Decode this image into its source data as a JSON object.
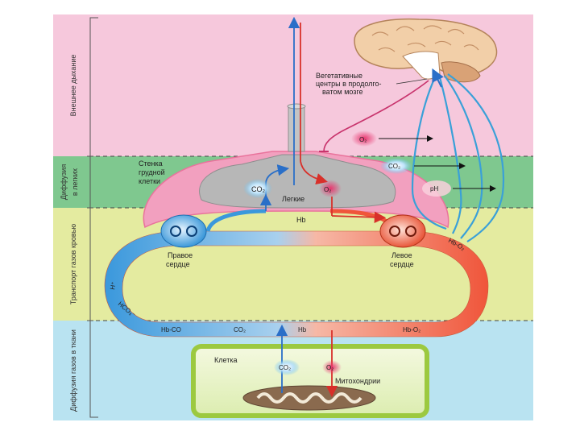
{
  "zones": [
    {
      "id": "external",
      "label": "Внешнее дыхание",
      "color": "#f6c8dc"
    },
    {
      "id": "lung_diffusion",
      "label": "Диффузия в легких",
      "color": "#7fc88f"
    },
    {
      "id": "transport",
      "label": "Транспорт газов кровью",
      "color": "#e4eba0"
    },
    {
      "id": "tissue_diffusion",
      "label": "Диффузия газов в ткани",
      "color": "#b9e3f1"
    }
  ],
  "labels": {
    "brain_centers": [
      "Вегетативные",
      "центры в продолго-",
      "ватом мозге"
    ],
    "chest_wall": [
      "Стенка",
      "грудной",
      "клетки"
    ],
    "lungs": "Легкие",
    "right_heart": [
      "Правое",
      "сердце"
    ],
    "left_heart": [
      "Левое",
      "сердце"
    ],
    "cell": "Клетка",
    "mitochondria": "Митохондрии"
  },
  "chem": {
    "co2_lung": "CO₂",
    "o2_lung": "O₂",
    "o2_signal": "O₂",
    "co2_signal": "CO₂",
    "ph_signal": "pH",
    "hb_top": "Hb",
    "hb_o2_right": "Hb-O₂",
    "h_left": "H⁺",
    "hco_left": "HCO₃⁻",
    "hb_co_bottom": "Hb-CO",
    "co2_bottom": "CO₂",
    "hb_bottom": "Hb",
    "hb_o2_bottom": "Hb-O₂",
    "co2_cell": "CO₂",
    "o2_cell": "O₂"
  },
  "colors": {
    "venous": "#2a8ed8",
    "arterial": "#f0553a",
    "lung_gray": "#b7b7b7",
    "chest_pink": "#f2a0bf",
    "cell_green": "#a8d250",
    "nerve_blue": "#3aa0d8"
  }
}
